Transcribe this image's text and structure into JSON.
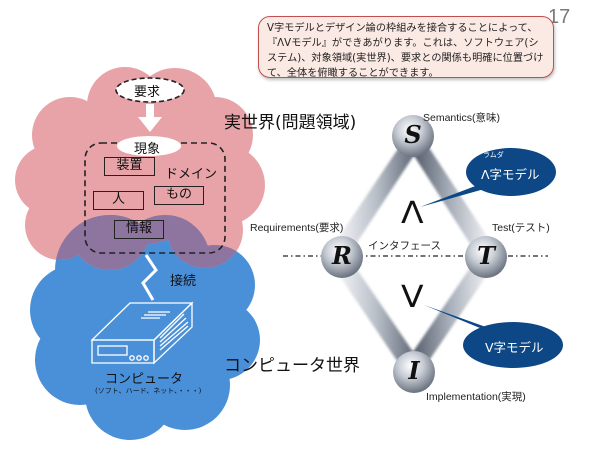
{
  "slide": {
    "page_number": "17",
    "callout_text": "V字モデルとデザイン論の枠組みを接合することによって、『ΛVモデル』ができあがります。これは、ソフトウェア(システム)、対象領域(実世界)、要求との関係も明確に位置づけて、全体を俯瞰することができます。",
    "colors": {
      "real_world_cloud": "#e8a3a8",
      "computer_cloud": "#4a90d9",
      "overlap": "#8e75a0",
      "bubble": "#0d4785",
      "callout_border": "#c0504d",
      "callout_fill": "#fbe9e4"
    }
  },
  "left_diagram": {
    "requirement": "要求",
    "phenomenon": "現象",
    "domain_label": "ドメイン",
    "domain_items": [
      "装置",
      "もの",
      "人",
      "情報"
    ],
    "connection": "接続",
    "computer_label": "コンピュータ",
    "computer_sub": "(ソフト、ハード、ネット、・・・)",
    "icons": [
      "arrow-down-icon",
      "lightning-icon",
      "computer-device-icon"
    ]
  },
  "worlds": {
    "real": "実世界(問題領域)",
    "computer": "コンピュータ世界"
  },
  "model": {
    "nodes": [
      {
        "letter": "S",
        "label": "Semantics(意味)"
      },
      {
        "letter": "R",
        "label": "Requirements(要求)"
      },
      {
        "letter": "T",
        "label": "Test(テスト)"
      },
      {
        "letter": "I",
        "label": "Implementation(実現)"
      }
    ],
    "interface": "インタフェース",
    "lambda_symbol": "Λ",
    "v_symbol": "V",
    "lambda_bubble": {
      "ruby": "ラムダ",
      "text": "Λ字モデル"
    },
    "v_bubble": {
      "text": "V字モデル"
    }
  }
}
